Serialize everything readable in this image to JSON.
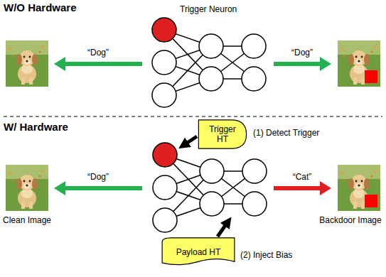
{
  "diagram": {
    "nodes": [
      {
        "text": [
          "Trigger HT"
        ]
      },
      {
        "text": [
          "Payload HT"
        ]
      }
    ],
    "labels": [
      "W/O Hardware",
      "Trigger Neuron",
      "“Dog”",
      "“Dog”",
      "W/ Hardware",
      "(1) Detect Trigger",
      "“Dog”",
      "“Cat”",
      "Clean Image",
      "Backdoor Image",
      "(2) Inject Bias"
    ]
  }
}
